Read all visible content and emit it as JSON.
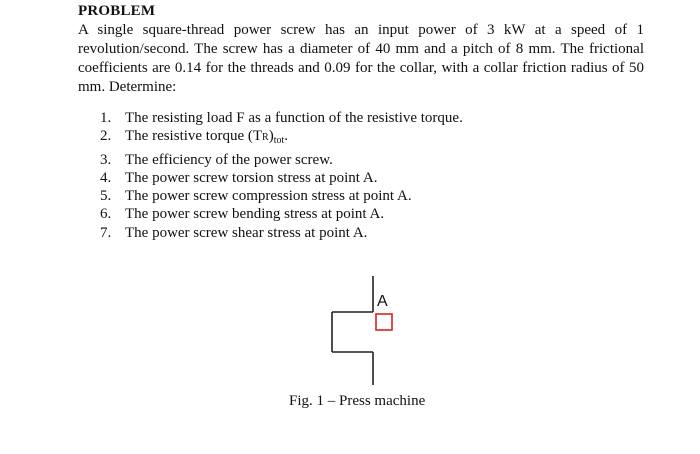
{
  "problem": {
    "heading": "PROBLEM",
    "intro": "A single square-thread power screw has an input power of 3 kW at a speed of 1 revolution/second. The screw has a diameter of 40 mm and a pitch of 8 mm. The frictional coefficients are 0.14 for the threads and 0.09 for the collar, with a collar friction radius of 50 mm. Determine:",
    "tasks": [
      {
        "num": "1.",
        "text": "The resisting load F as a function of the resistive torque."
      },
      {
        "num": "2.",
        "text": "The resistive torque (T",
        "sub_r": "R",
        "sub_tot": "tot",
        "end": "."
      },
      {
        "num": "3.",
        "text": "The efficiency of the power screw."
      },
      {
        "num": "4.",
        "text": "The power screw torsion stress at point A."
      },
      {
        "num": "5.",
        "text": "The power screw compression stress at point A."
      },
      {
        "num": "6.",
        "text": "The power screw bending stress at point A."
      },
      {
        "num": "7.",
        "text": "The power screw shear stress at point A."
      }
    ]
  },
  "figure": {
    "point_label": "A",
    "marker_color": "#e02020",
    "line_color": "#222222",
    "caption": "Fig. 1 – Press machine"
  }
}
